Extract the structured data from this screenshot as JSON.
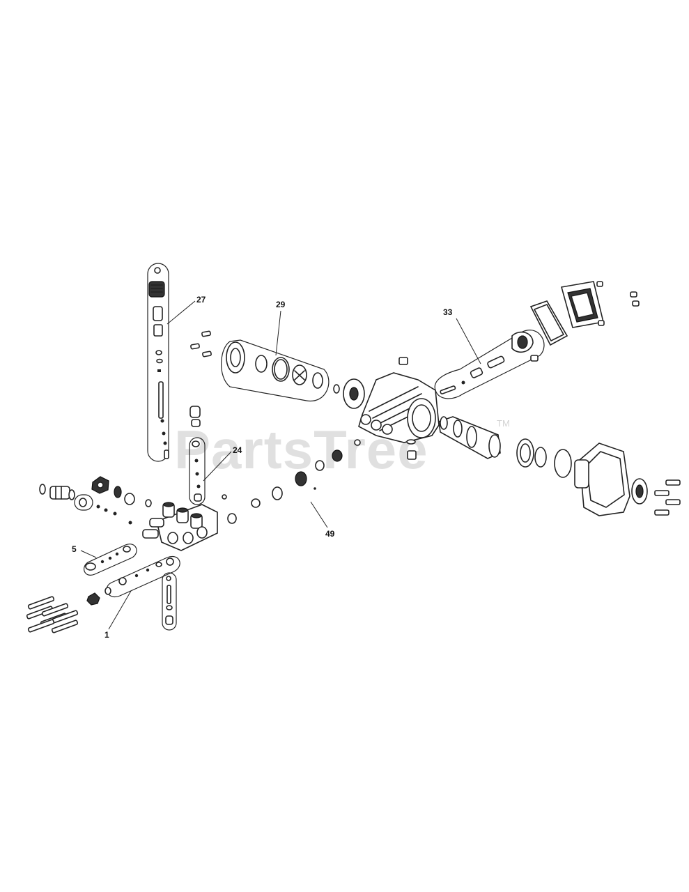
{
  "watermark": {
    "text": "PartsTree",
    "trademark": "TM"
  },
  "callouts": [
    {
      "id": "27",
      "label": "27"
    },
    {
      "id": "29",
      "label": "29"
    },
    {
      "id": "33",
      "label": "33"
    },
    {
      "id": "24",
      "label": "24"
    },
    {
      "id": "49",
      "label": "49"
    },
    {
      "id": "5",
      "label": "5"
    },
    {
      "id": "1",
      "label": "1"
    }
  ]
}
